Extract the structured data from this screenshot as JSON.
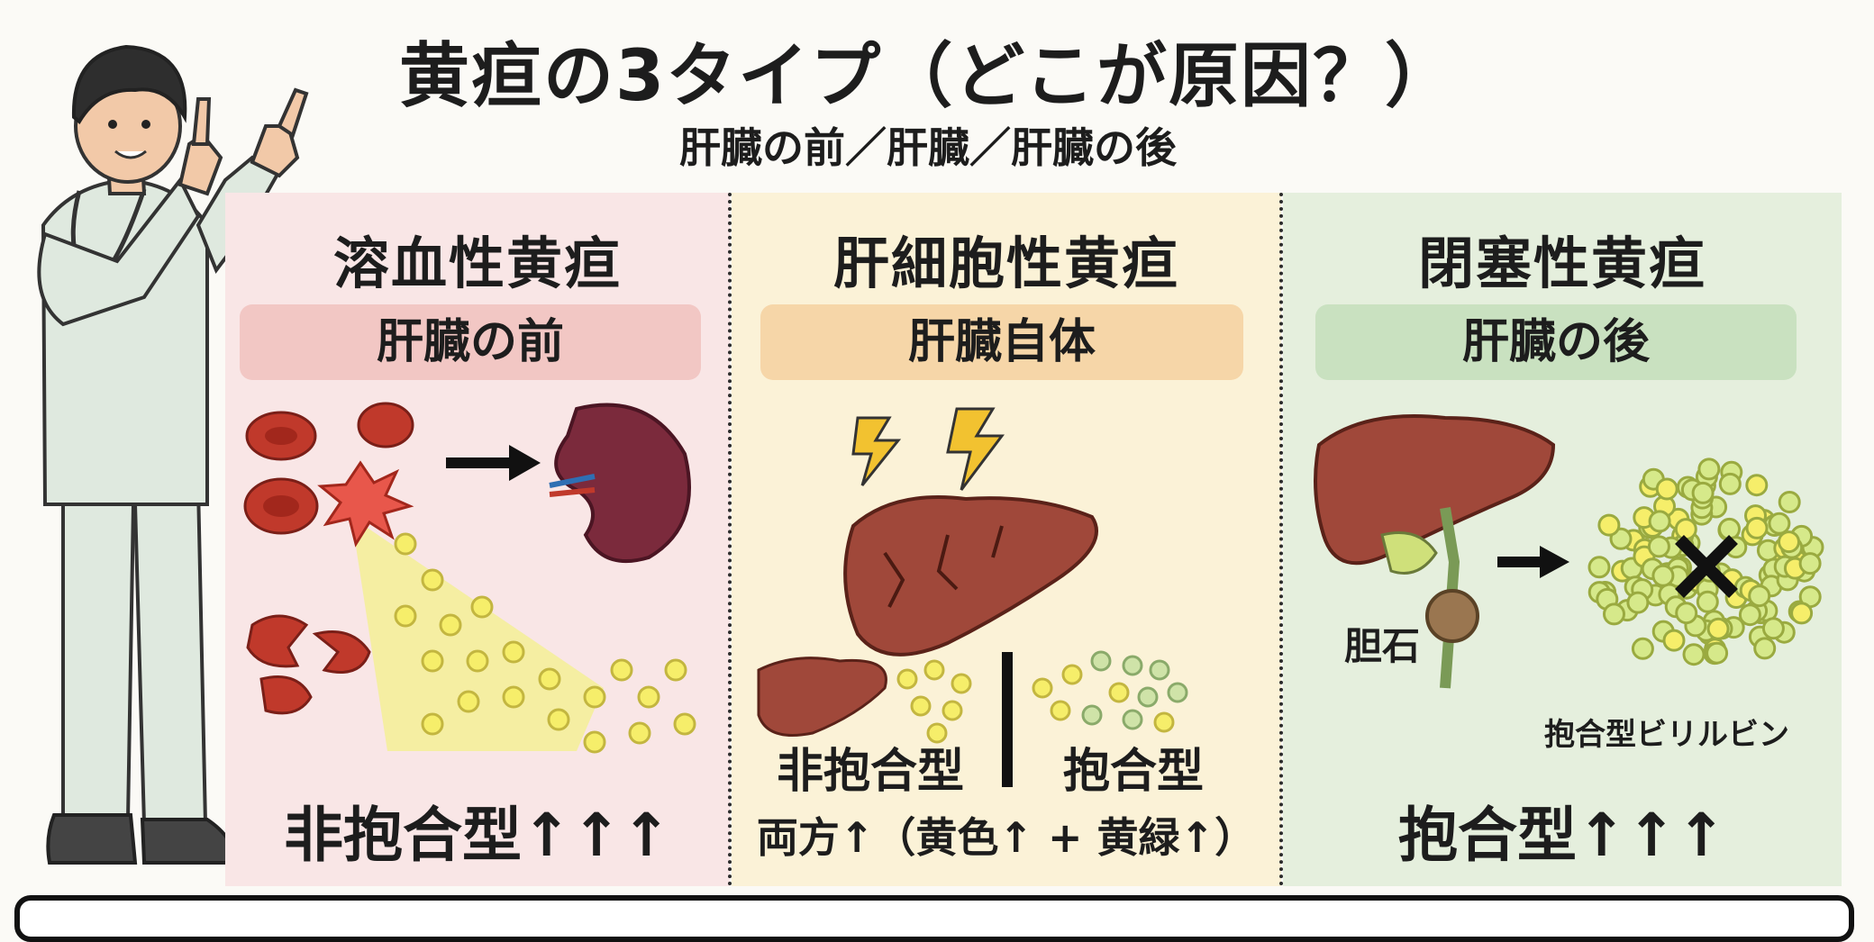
{
  "header": {
    "title": "黄疸の3タイプ（どこが原因？）",
    "subtitle": "肝臓の前／肝臓／肝臓の後"
  },
  "panels": [
    {
      "title": "溶血性黄疸",
      "location": "肝臓の前",
      "result": "非抱合型↑↑↑"
    },
    {
      "title": "肝細胞性黄疸",
      "location": "肝臓自体",
      "left_label": "非抱合型",
      "right_label": "抱合型",
      "result": "両方↑（黄色↑ + 黄緑↑）"
    },
    {
      "title": "閉塞性黄疸",
      "location": "肝臓の後",
      "gallstone_label": "胆石",
      "bilirubin_label": "抱合型ビリルビン",
      "result": "抱合型↑↑↑"
    }
  ],
  "colors": {
    "panel1_bg": "#f9e6e6",
    "panel2_bg": "#fbf2d7",
    "panel3_bg": "#e5efdd",
    "rbc": "#c0392b",
    "liver": "#a0483a",
    "bilirubin_yellow": "#f3ec7a",
    "bilirubin_green": "#cfe3a8"
  }
}
